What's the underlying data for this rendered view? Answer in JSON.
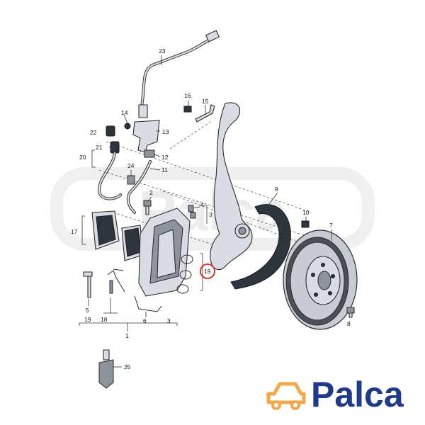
{
  "brand": {
    "name": "Palca",
    "accent": "#f2a84a",
    "text_color": "#1f3a8a"
  },
  "highlight_color": "#e02020",
  "callouts": {
    "c1": "1",
    "c2": "2",
    "c3": "3",
    "c4": "4",
    "c5": "5",
    "c6": "6",
    "c7": "7",
    "c8": "8",
    "c9": "9",
    "c10": "10",
    "c11": "11",
    "c12": "12",
    "c13": "13",
    "c14": "14",
    "c15": "15",
    "c16": "16",
    "c17": "17",
    "c18": "18",
    "c19": "19",
    "c19b": "19",
    "c20": "20",
    "c21": "21",
    "c22": "22",
    "c23": "23",
    "c24": "24",
    "c25": "25"
  },
  "highlighted_callout": "19"
}
